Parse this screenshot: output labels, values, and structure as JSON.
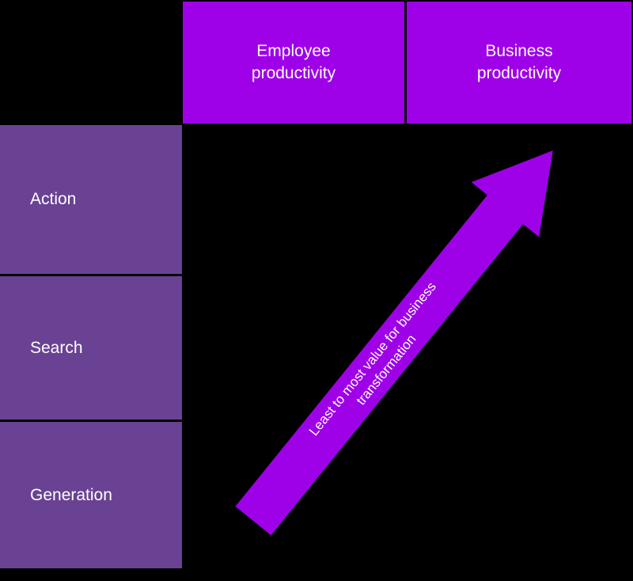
{
  "colors": {
    "bright_purple": "#9e00e8",
    "muted_purple": "#6a4294",
    "background": "#000000",
    "text": "#ffffff"
  },
  "columns": [
    {
      "label": "Employee productivity"
    },
    {
      "label": "Business productivity"
    }
  ],
  "rows": [
    {
      "label": "Action"
    },
    {
      "label": "Search"
    },
    {
      "label": "Generation"
    }
  ],
  "arrow": {
    "label": "Least to most value for business transformation"
  }
}
